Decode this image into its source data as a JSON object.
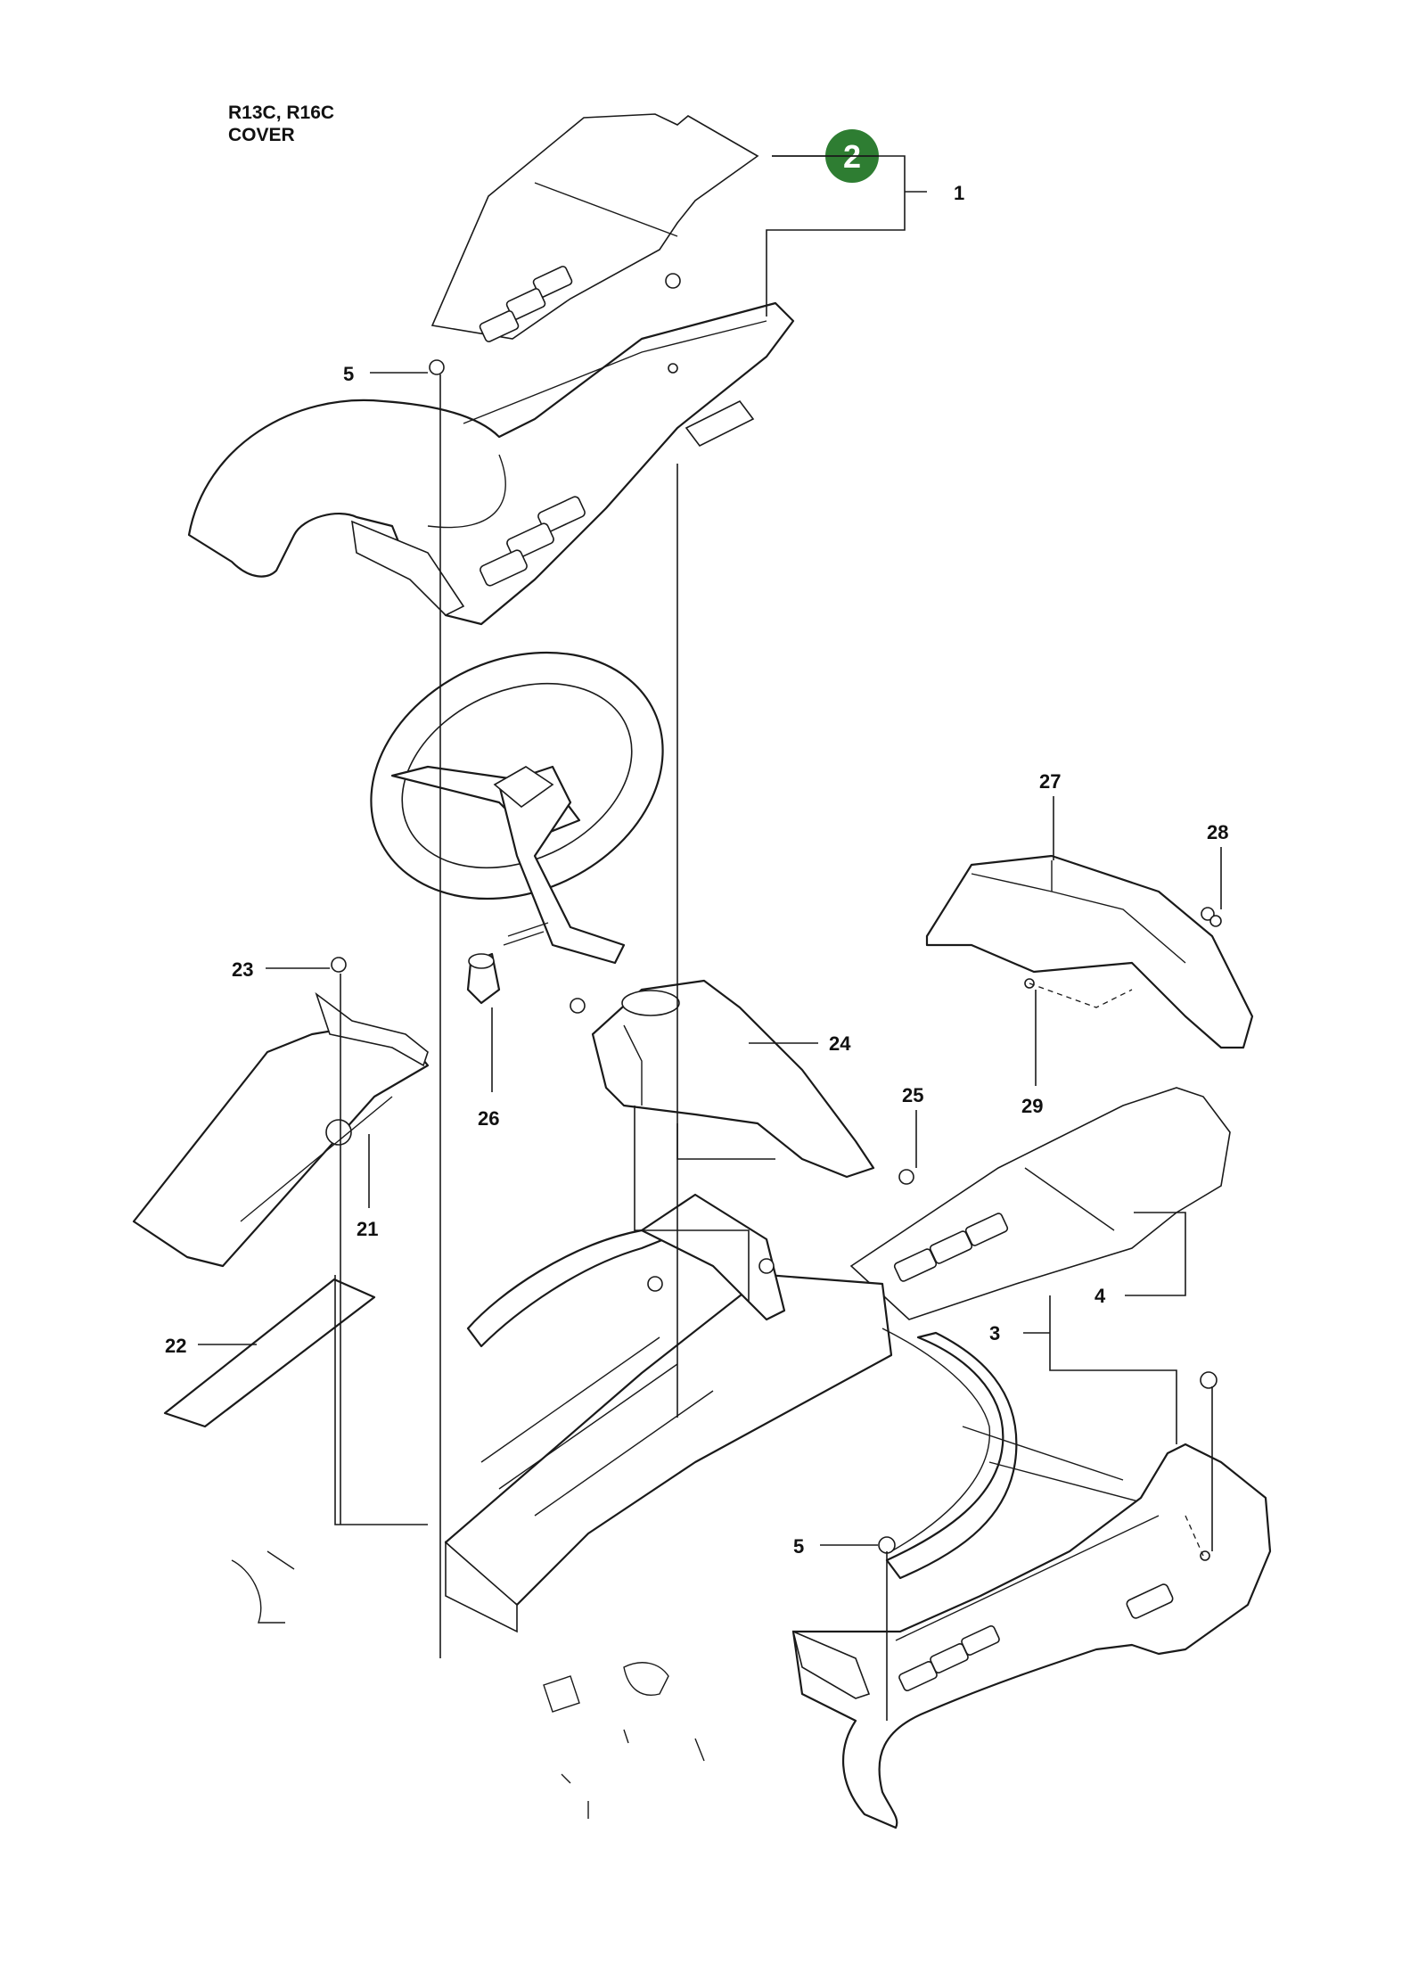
{
  "header": {
    "line1": "R13C, R16C",
    "line2": "COVER"
  },
  "badge": {
    "number": "2",
    "color": "#2e7d32"
  },
  "callouts": [
    {
      "id": "1",
      "text": "1"
    },
    {
      "id": "5a",
      "text": "5"
    },
    {
      "id": "27",
      "text": "27"
    },
    {
      "id": "28",
      "text": "28"
    },
    {
      "id": "23",
      "text": "23"
    },
    {
      "id": "24",
      "text": "24"
    },
    {
      "id": "25",
      "text": "25"
    },
    {
      "id": "26",
      "text": "26"
    },
    {
      "id": "29",
      "text": "29"
    },
    {
      "id": "21",
      "text": "21"
    },
    {
      "id": "4",
      "text": "4"
    },
    {
      "id": "22",
      "text": "22"
    },
    {
      "id": "3",
      "text": "3"
    },
    {
      "id": "5b",
      "text": "5"
    }
  ]
}
